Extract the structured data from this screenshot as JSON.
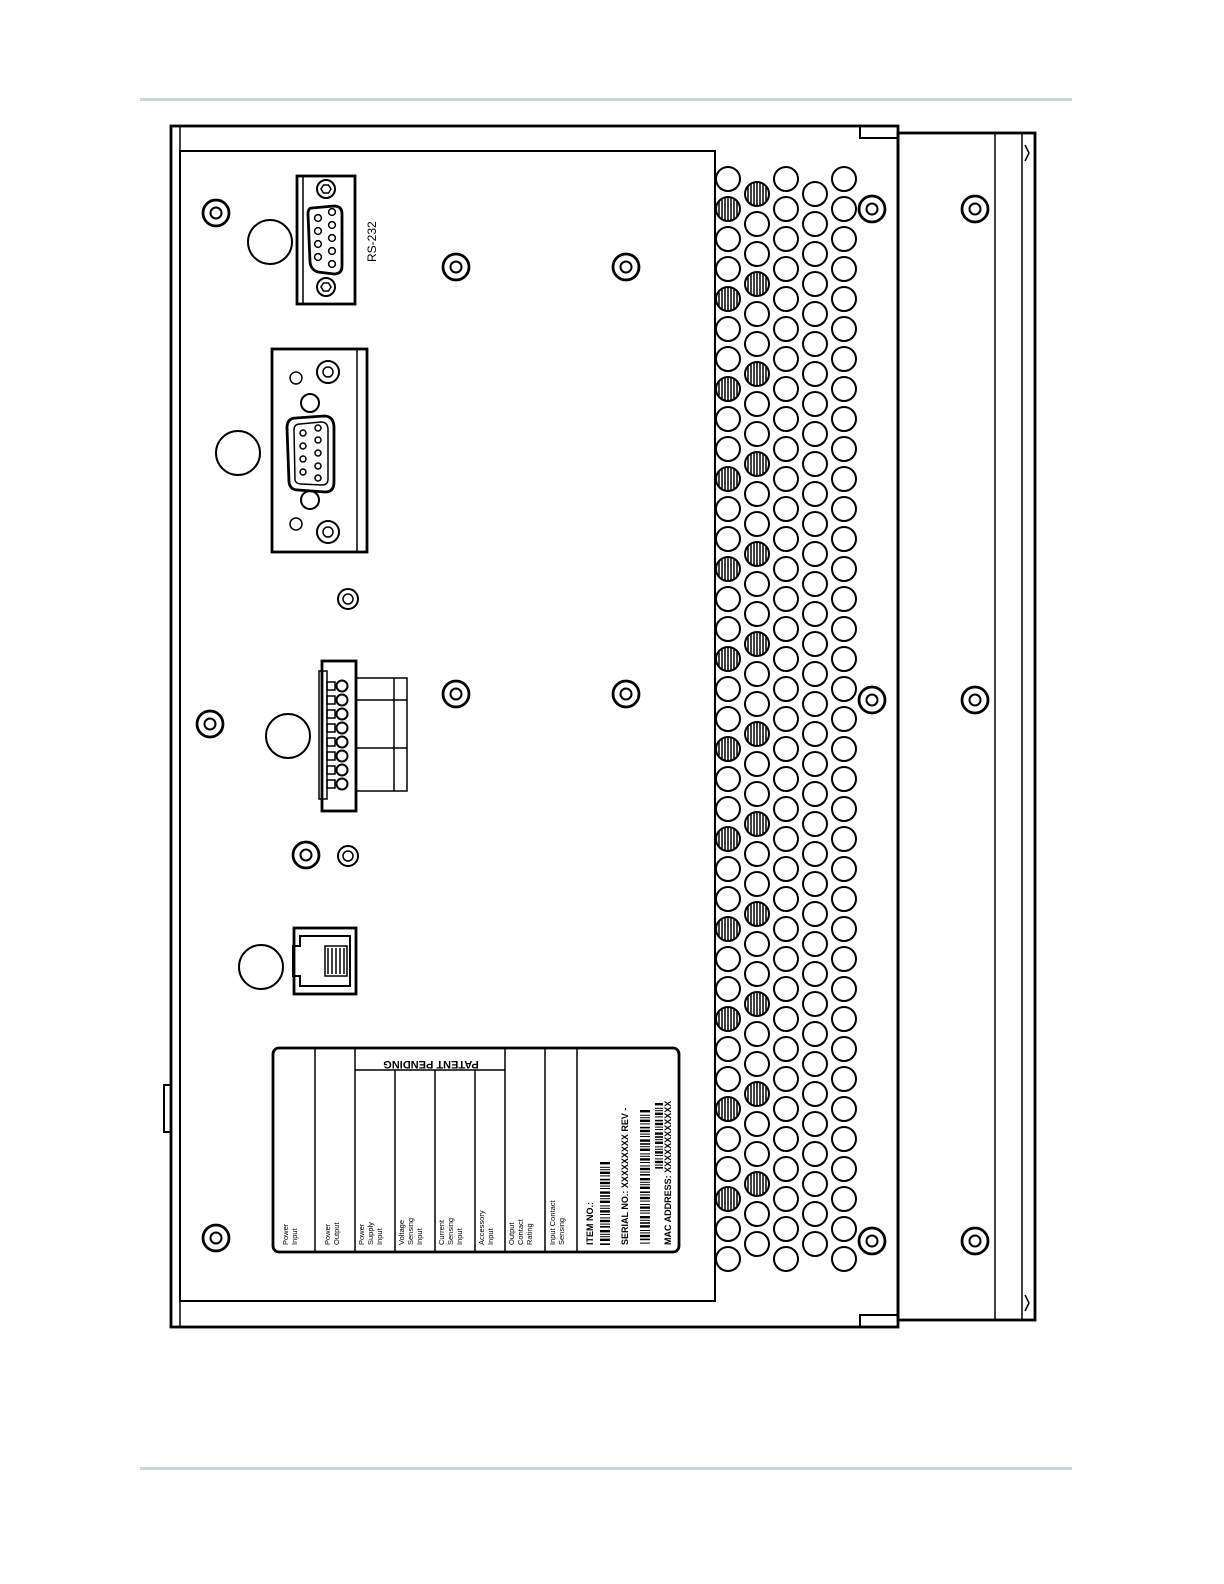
{
  "drawing": {
    "connector_label": "RS-232",
    "label_plate": {
      "columns": [
        [
          "Power",
          "Input"
        ],
        [
          "Power",
          "Output"
        ],
        [
          "Power",
          "Supply",
          "Input"
        ],
        [
          "Voltage",
          "Sensing",
          "Input"
        ],
        [
          "Current",
          "Sensing",
          "Input"
        ],
        [
          "Accessory",
          "Input"
        ],
        [
          "Output",
          "Contact",
          "Rating"
        ],
        [
          "Input Contact",
          "Sensing"
        ]
      ],
      "patent_text": "PATENT PENDING",
      "item_no": "ITEM NO.:",
      "serial_no": "SERIAL NO.: XXXXXXXXX  REV -",
      "mac_address": "MAC ADDRESS:  XXXXXXXXXXXX"
    }
  },
  "colors": {
    "rule": "#c9d6e0",
    "line": "#000000"
  }
}
